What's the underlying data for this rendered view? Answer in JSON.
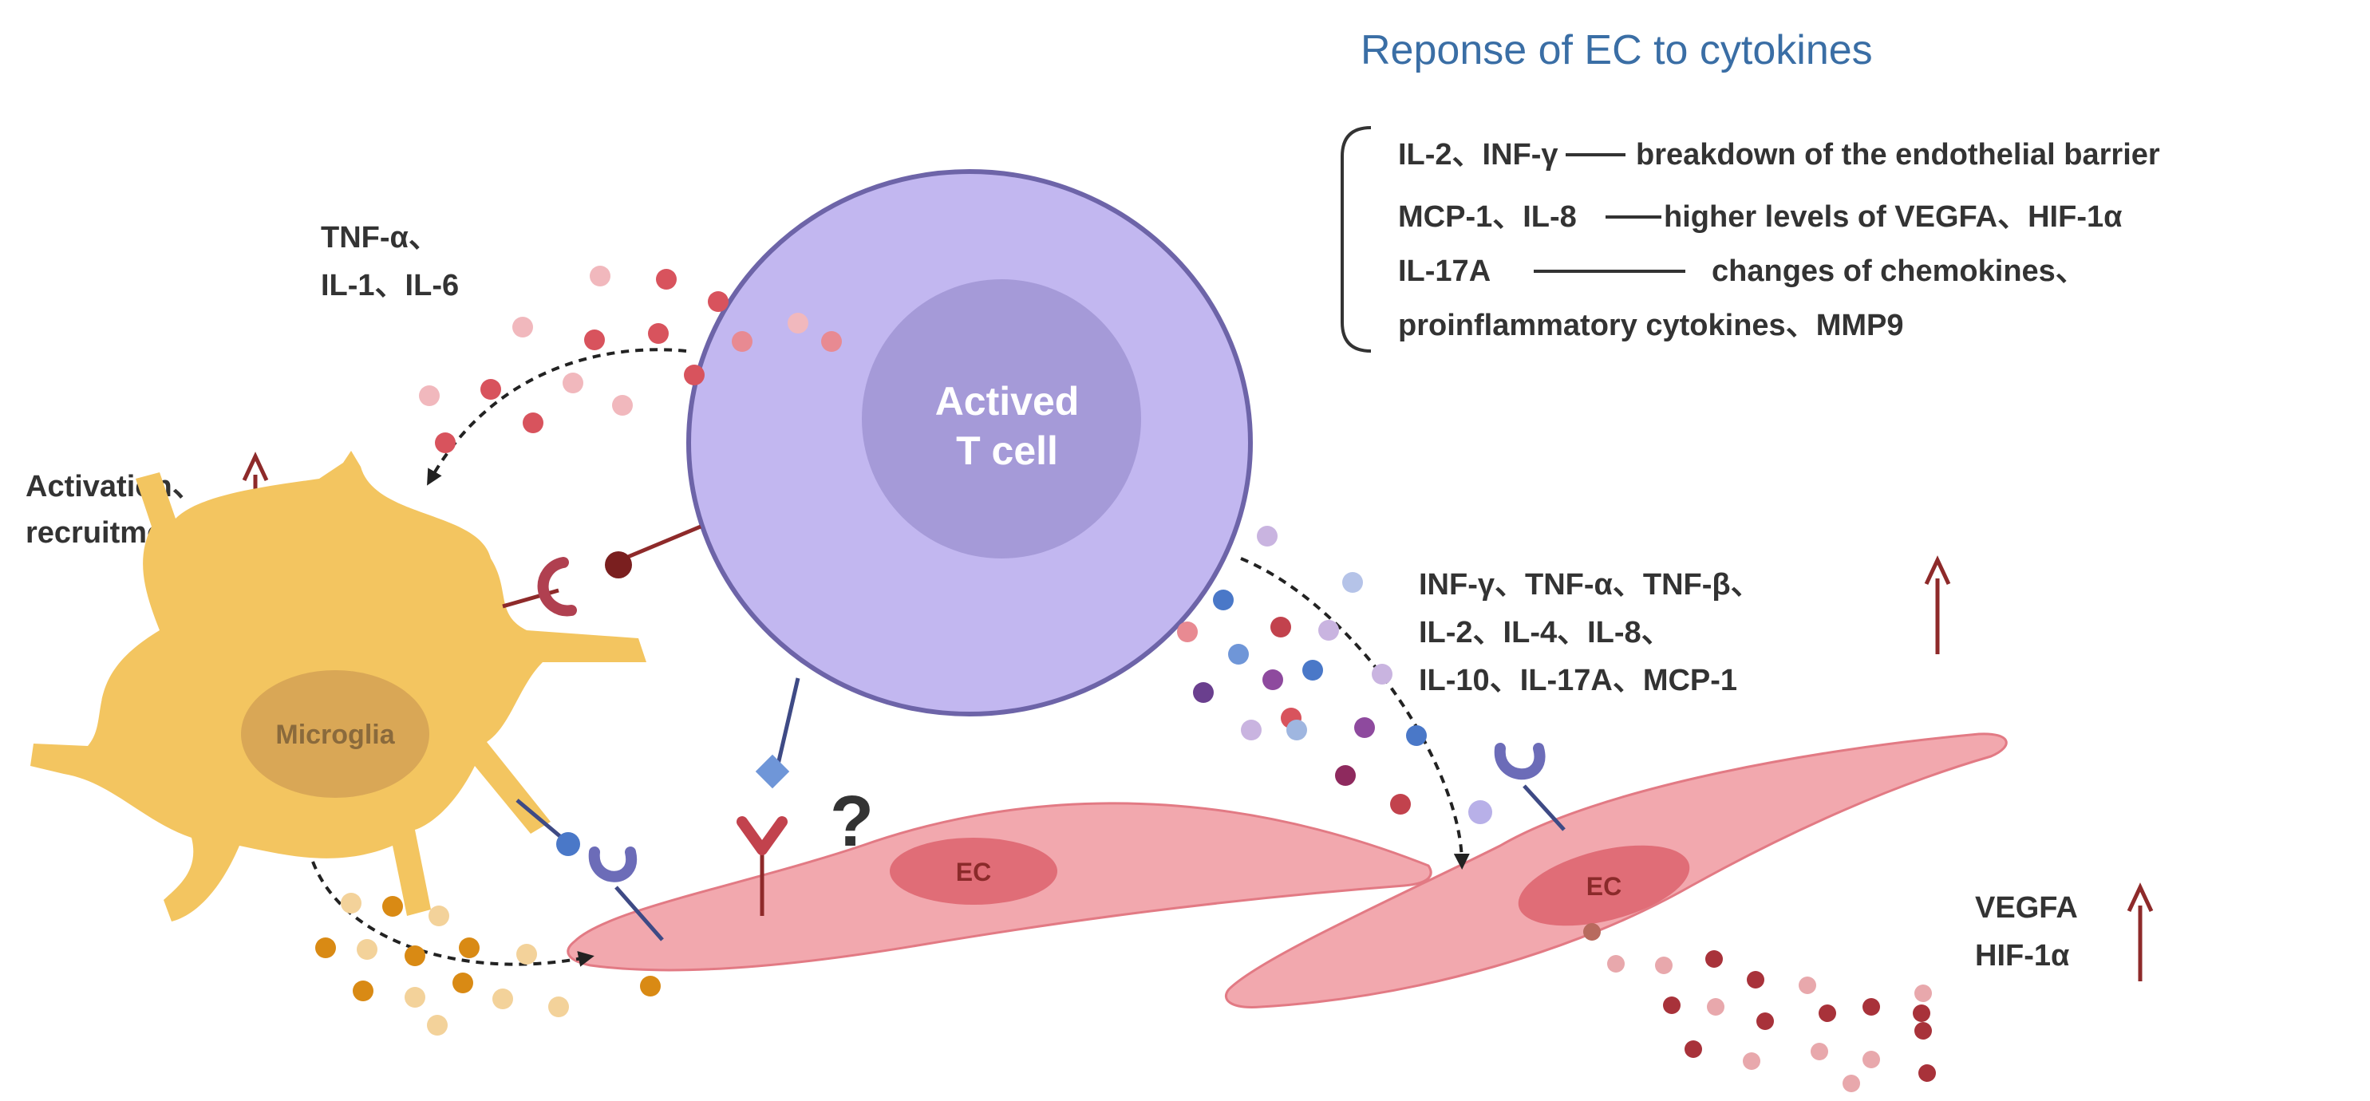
{
  "title": "Reponse of EC to cytokines",
  "response_list": {
    "rows": [
      {
        "cytokines": "IL-2、INF-γ",
        "effect": "breakdown of the endothelial barrier"
      },
      {
        "cytokines": "MCP-1、IL-8",
        "effect": "higher levels of VEGFA、HIF-1α"
      },
      {
        "cytokines": "IL-17A",
        "effect": "changes of chemokines、"
      }
    ],
    "continuation": "proinflammatory cytokines、MMP9"
  },
  "tcell_secreted": {
    "line1": "TNF-α、",
    "line2": "IL-1、IL-6"
  },
  "microglia_effect": {
    "line1": "Activation、",
    "line2": "recruitment"
  },
  "tcell_cytokines": {
    "line1": "INF-γ、TNF-α、TNF-β、",
    "line2": "IL-2、IL-4、IL-8、",
    "line3": "IL-10、IL-17A、MCP-1"
  },
  "ec_output": {
    "line1": "VEGFA",
    "line2": "HIF-1α"
  },
  "cells": {
    "tcell_line1": "Actived",
    "tcell_line2": "T cell",
    "microglia": "Microglia",
    "ec_left": "EC",
    "ec_right": "EC"
  },
  "unknown_mark": "?",
  "colors": {
    "title": "#3a6ea5",
    "tcell_fill": "#c2b7f0",
    "tcell_nucleus": "#a59ad8",
    "tcell_border": "#6d64a8",
    "microglia_fill": "#f3c560",
    "microglia_nucleus": "#d9a756",
    "ec_fill": "#f2a8ae",
    "ec_nucleus": "#e06d77",
    "up_arrow": "#8e2a2a"
  },
  "icons": [
    "up-arrow-icon",
    "receptor-icon",
    "ligand-icon",
    "dashed-arrow-icon"
  ]
}
